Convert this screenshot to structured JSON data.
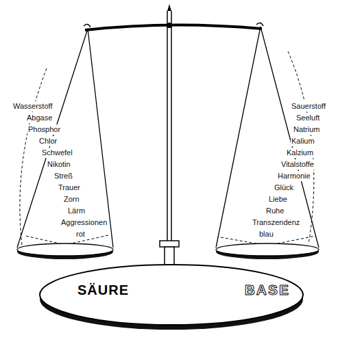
{
  "diagram": {
    "nodes": [
      {
        "text": [
          "Wasserstoff",
          "Abgase",
          "Phosphor",
          "Chlor",
          "Schwefel",
          "Nikotin",
          "Streß",
          "Trauer",
          "Zorn",
          "Lärm",
          "Aggressionen",
          "rot"
        ]
      },
      {
        "text": [
          "Sauerstoff",
          "Seeluft",
          "Natrium",
          "Kalium",
          "Kalzium",
          "Vitalstoffe",
          "Harmonie",
          "Glück",
          "Liebe",
          "Ruhe",
          "Transzendenz",
          "blau"
        ]
      },
      {
        "text": [
          "SÄURE",
          "BASE"
        ]
      }
    ]
  }
}
